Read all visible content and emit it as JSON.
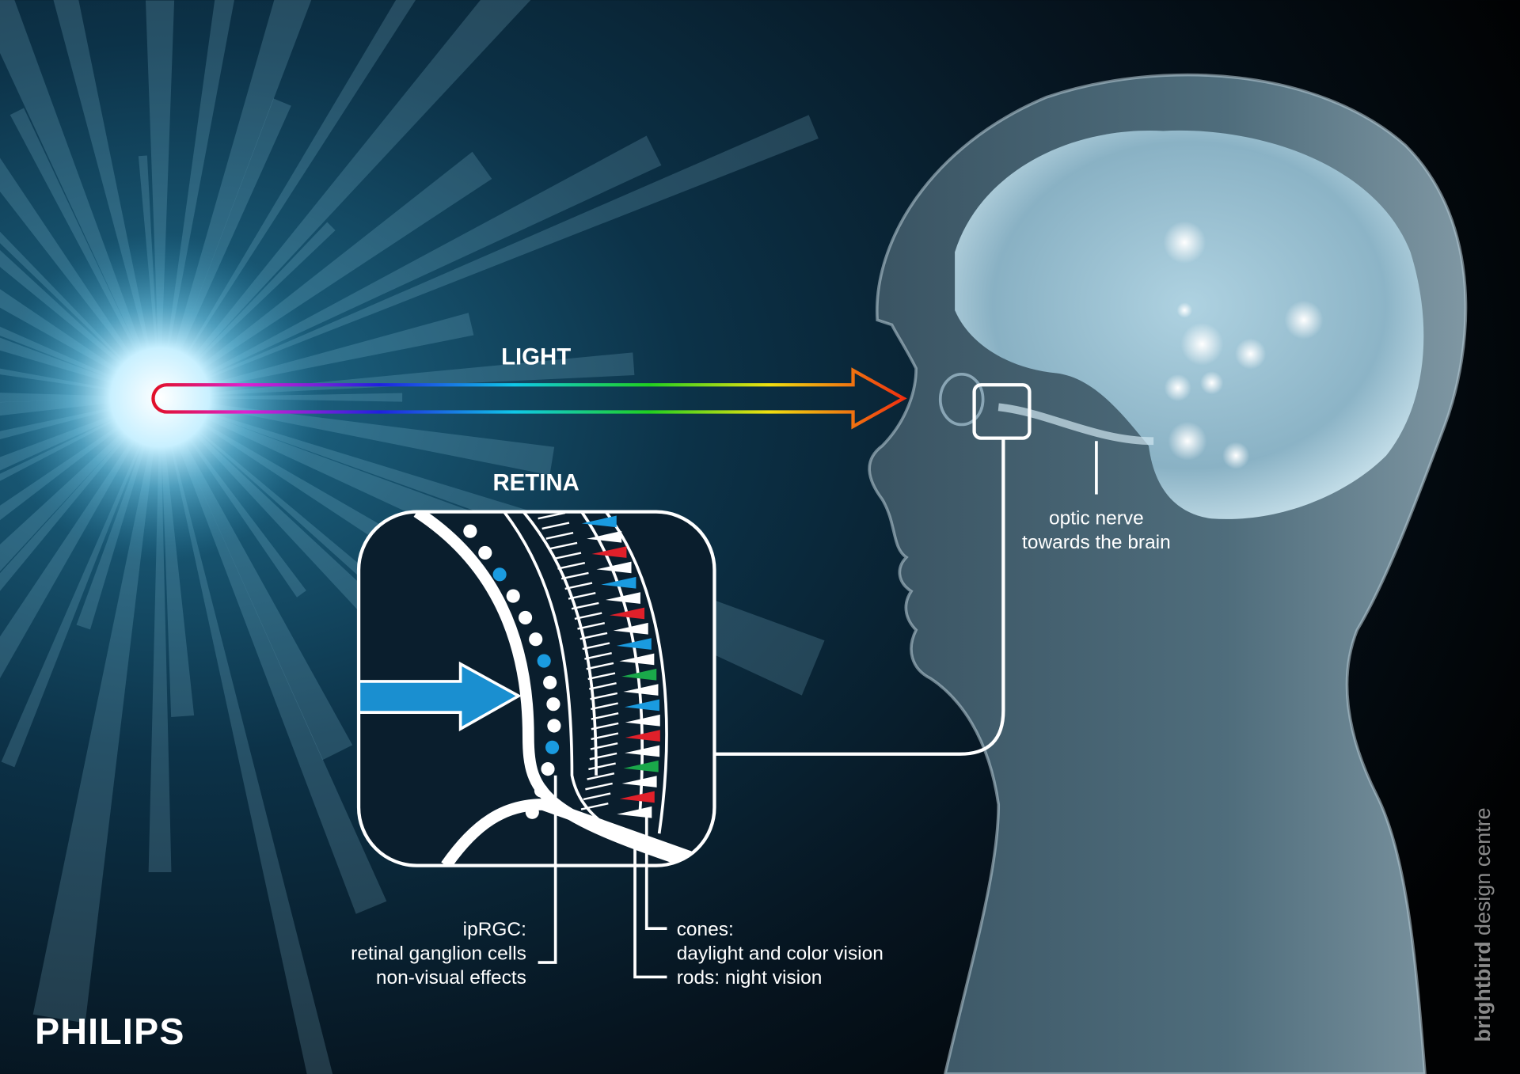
{
  "title_light": "LIGHT",
  "title_retina": "RETINA",
  "optic_nerve": [
    "optic nerve",
    "towards the brain"
  ],
  "iprgc": [
    "ipRGC:",
    "retinal ganglion cells",
    "non-visual effects"
  ],
  "cones": [
    "cones:",
    "daylight and color vision"
  ],
  "rods": "rods: night vision",
  "brand_logo": "PHILIPS",
  "credit_bold": "brightbird",
  "credit_rest": "design centre",
  "colors": {
    "background": "#04121e",
    "retina_arrow": "#1a8fd0",
    "cone_red": "#e0202a",
    "cone_blue": "#1a9be0",
    "cone_green": "#1aa84a"
  }
}
